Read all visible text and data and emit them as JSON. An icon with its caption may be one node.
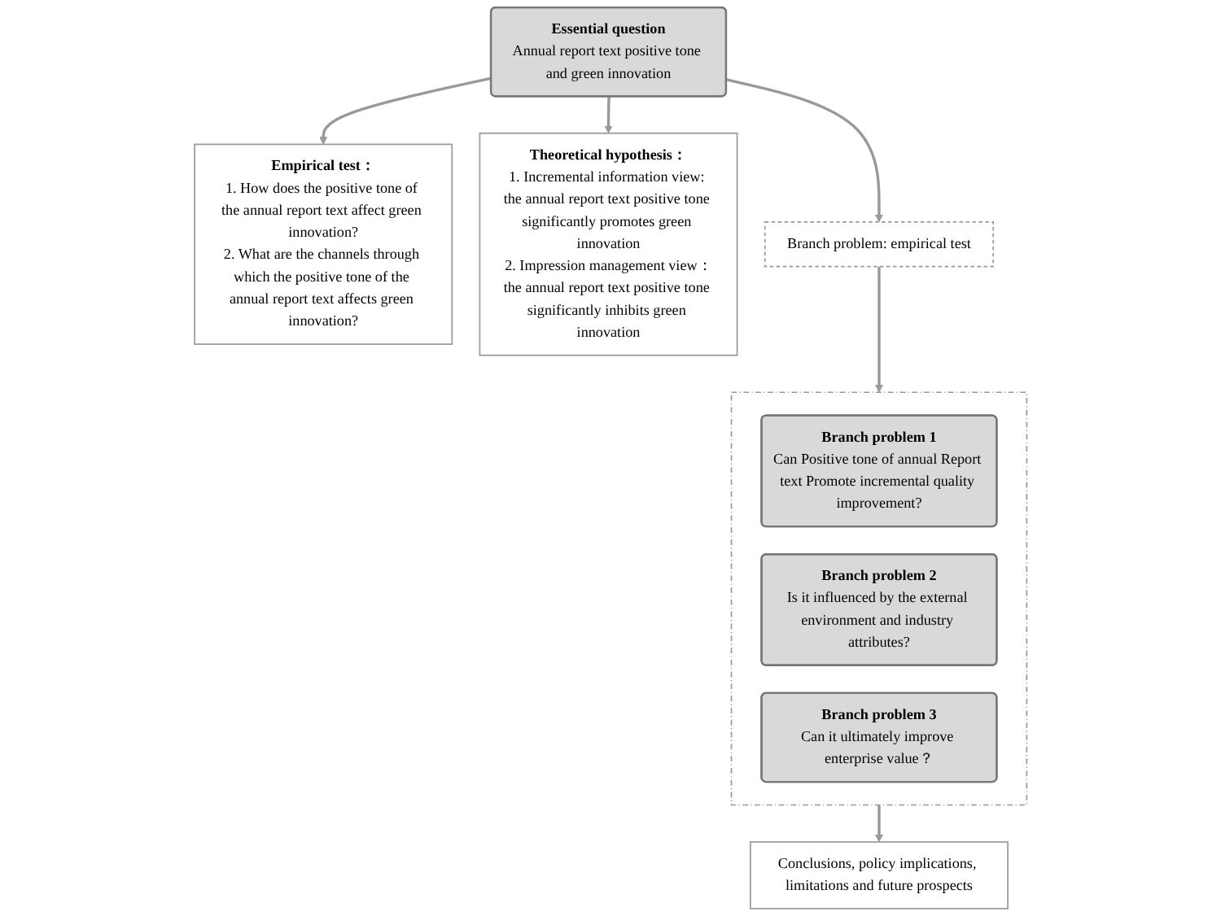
{
  "diagram": {
    "nodes": [
      {
        "text": [
          "Essential question",
          "Annual report text positive tone and green innovation"
        ]
      },
      {
        "text": [
          "Empirical test：",
          "1. How does the positive tone of the annual report text affect green innovation?",
          "2. What are the channels through which the positive tone of the annual report text affects green innovation?"
        ]
      },
      {
        "text": [
          "Theoretical hypothesis：",
          "1. Incremental information view: the annual report text positive tone significantly promotes green innovation",
          "2. Impression management view：the annual report text positive tone significantly inhibits green innovation"
        ]
      },
      {
        "text": [
          "Branch problem: empirical test"
        ]
      },
      {
        "text": [],
        "shape": "box"
      },
      {
        "text": [
          "Branch problem 1",
          "Can Positive tone of annual Report text Promote incremental quality improvement?"
        ],
        "in": 4
      },
      {
        "text": [
          "Branch problem 2",
          "Is it influenced by the external environment and industry attributes?"
        ],
        "in": 4
      },
      {
        "text": [
          "Branch problem 3",
          "Can it ultimately improve enterprise value？"
        ],
        "in": 4
      },
      {
        "text": [
          "Conclusions, policy implications, limitations and future prospects"
        ]
      }
    ],
    "edges": [
      {
        "from": 0,
        "to": 1,
        "arrow": "to"
      },
      {
        "from": 0,
        "to": 2,
        "arrow": "to"
      },
      {
        "from": 0,
        "to": 3,
        "arrow": "to"
      },
      {
        "from": 3,
        "to": 4,
        "arrow": "to"
      },
      {
        "from": 4,
        "to": 8,
        "arrow": "to"
      }
    ]
  }
}
